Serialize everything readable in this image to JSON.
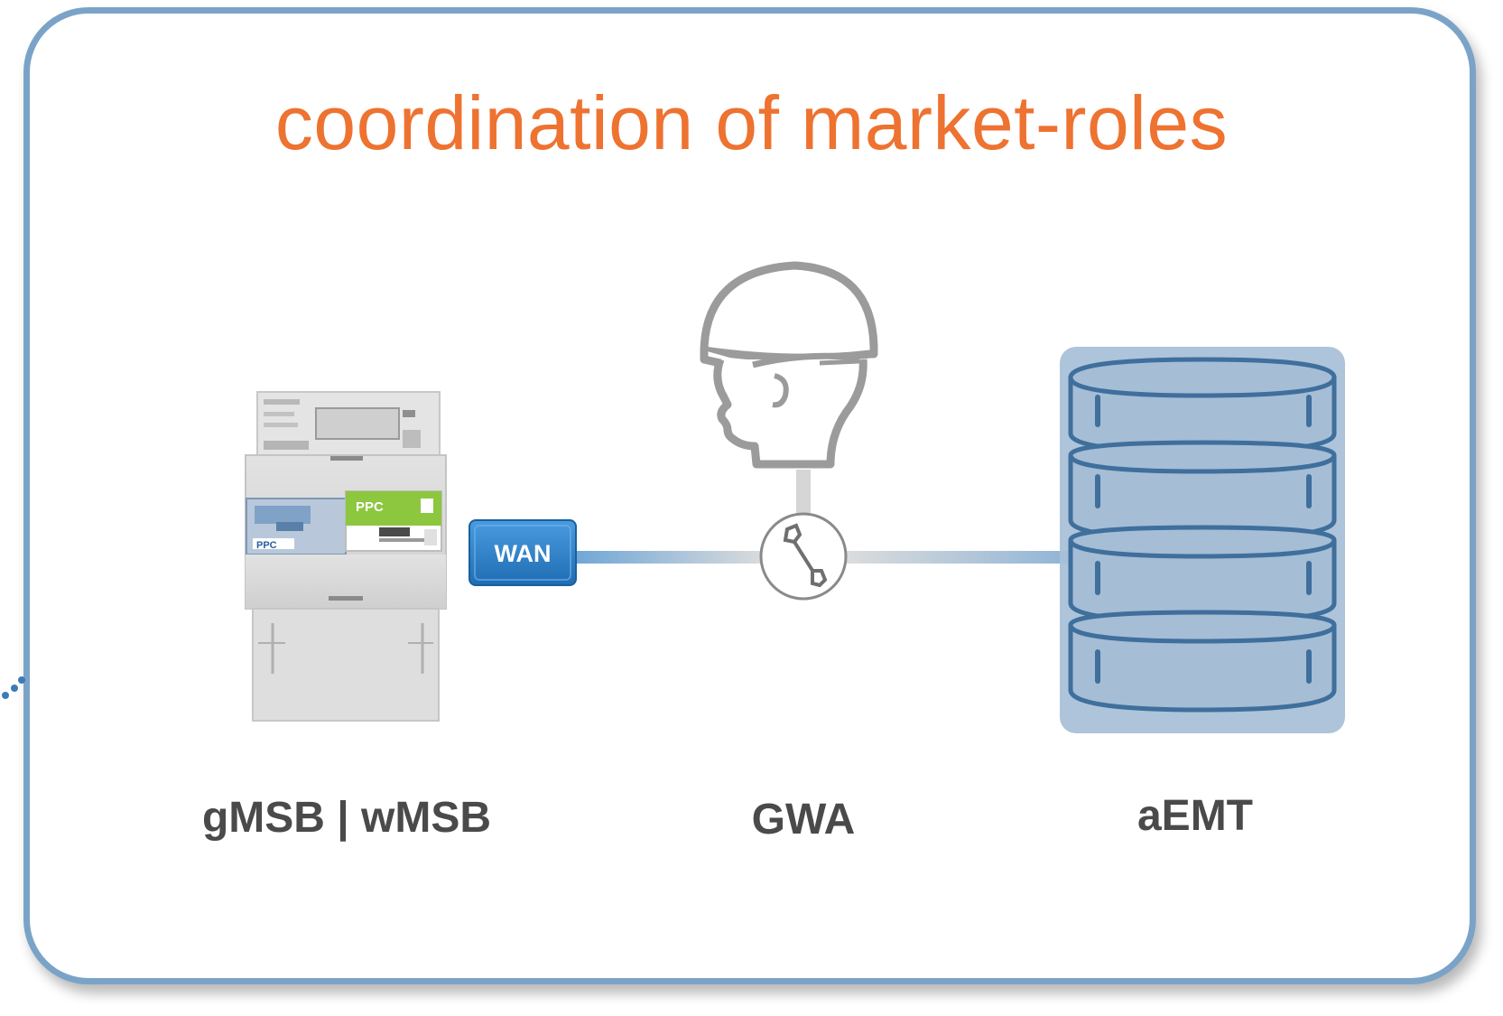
{
  "diagram": {
    "title": "coordination of market-roles",
    "wan_label": "WAN",
    "meter": {
      "brand_text": "PPC",
      "label": "gMSB | wMSB"
    },
    "gateway_admin": {
      "label": "GWA"
    },
    "database": {
      "label": "aEMT"
    }
  },
  "colors": {
    "title": "#ee7230",
    "border": "#7ba3c8",
    "wan_box": "#2b7fc7",
    "database_fill": "#a9c1d8",
    "database_stroke": "#3f6f9c",
    "label": "#4a4a4a",
    "meter_green": "#8dc63f"
  }
}
